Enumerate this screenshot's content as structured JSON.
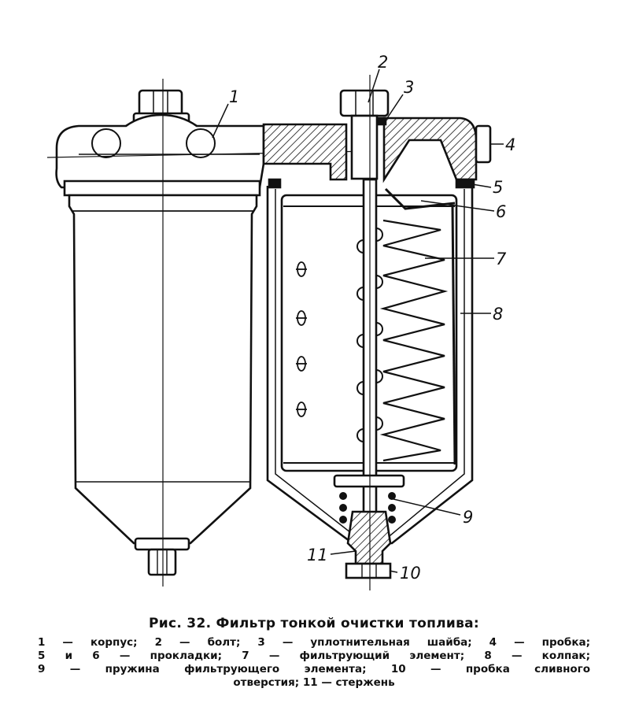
{
  "figure": {
    "callouts": {
      "c1": "1",
      "c2": "2",
      "c3": "3",
      "c4": "4",
      "c5": "5",
      "c6": "6",
      "c7": "7",
      "c8": "8",
      "c9": "9",
      "c10": "10",
      "c11": "11"
    }
  },
  "caption": {
    "title": "Рис. 32. Фильтр тонкой очистки топлива:",
    "legend": [
      "1 — корпус; 2 — болт; 3 — уплотнительная шайба; 4 — пробка;",
      "5 и 6 — прокладки; 7 — фильтрующий элемент; 8 — колпак;",
      "9 — пружина фильтрующего элемента; 10 — пробка сливного",
      "отверстия; 11 — стержень"
    ]
  }
}
